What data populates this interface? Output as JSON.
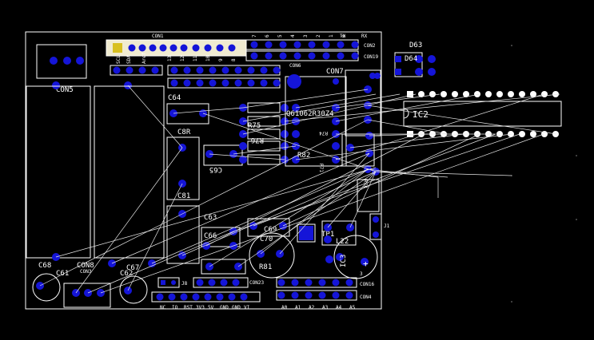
{
  "view": {
    "background": "#000000",
    "silkscreen_color": "#ffffff",
    "pad_color": "#1515d8",
    "ratsnest_color": "#e8e8e8",
    "highlight_pad_color": "#d8c020"
  },
  "labels": {
    "con1": "CON1",
    "con2": "CON2",
    "con19": "CON19",
    "con5": "CON5",
    "con6": "CON6",
    "con7": "CON7",
    "con8": "CON8",
    "con3": "CON3",
    "con4": "CON4",
    "con16": "CON16",
    "con23": "CON23",
    "d63": "D63",
    "d64": "D64",
    "ic2": "IC2",
    "c64": "C64",
    "c65": "C65",
    "c66": "C66",
    "c67": "C67",
    "c68": "C68",
    "c69": "C69",
    "c70": "C70",
    "c61": "C61",
    "c62": "C62",
    "c63": "C63",
    "c8r": "C8R",
    "c81": "C81",
    "r75": "R75",
    "r76": "R76",
    "r81": "R81",
    "r82": "R82",
    "r71": "R71",
    "r74": "R74",
    "tp1": "TP1",
    "l22": "L22",
    "ic3": "IC3",
    "j8": "J8",
    "j1": "J1",
    "q61": "Q61062R30Z4",
    "scl": "SCL",
    "sda": "SDA",
    "aref": "Aref",
    "tx": "TX",
    "rx": "RX",
    "top_digits": [
      "7",
      "6",
      "5",
      "4",
      "3",
      "2",
      "1",
      "0"
    ],
    "mid_digits": [
      "13",
      "12",
      "11",
      "10",
      "9",
      "8"
    ],
    "power_pins": [
      "NC",
      "IO",
      "RST",
      "3V3",
      "5V",
      "GND",
      "GND",
      "VI"
    ],
    "analog_pins": [
      "A0",
      "A1",
      "A2",
      "A3",
      "A4",
      "A5"
    ],
    "pin3": "3",
    "cap_plus": "+"
  }
}
